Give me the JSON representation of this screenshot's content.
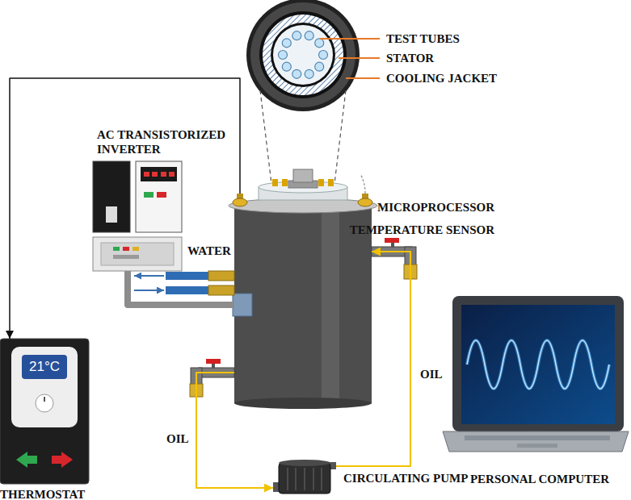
{
  "diagram": {
    "nodes": [
      {
        "text": [
          "AC TRANSISTORIZED INVERTER"
        ]
      },
      {
        "text": [
          "MICROPROCESSOR TEMPERATURE SENSOR"
        ]
      },
      {
        "text": [
          "21°C",
          "THERMOSTAT"
        ]
      },
      {
        "text": [
          "CIRCULATING PUMP"
        ]
      },
      {
        "text": [
          "PERSONAL COMPUTER"
        ]
      }
    ],
    "edges": [
      {
        "from": 1,
        "to": 2,
        "arrow": "to"
      },
      {
        "from": 0,
        "to": 1,
        "arrow": "none"
      },
      {
        "from": 1,
        "to": 3,
        "arrow": "to"
      },
      {
        "from": 3,
        "to": 1,
        "arrow": "to"
      }
    ],
    "labels": [
      "TEST TUBES",
      "STATOR",
      "COOLING JACKET",
      "WATER",
      "OIL",
      "OIL"
    ]
  }
}
